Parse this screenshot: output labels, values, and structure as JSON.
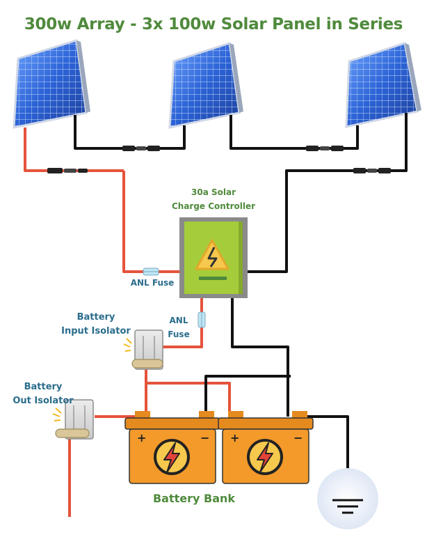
{
  "title": "300w Array - 3x 100w Solar Panel in Series",
  "controller": {
    "label_line1": "30a Solar",
    "label_line2": "Charge Controller"
  },
  "fuses": {
    "top_label": "ANL Fuse",
    "bottom_label": "ANL Fuse"
  },
  "input_isolator": {
    "label_line1": "Battery",
    "label_line2": "Input Isolator"
  },
  "output_isolator": {
    "label_line1": "Battery",
    "label_line2": "Out Isolator"
  },
  "battery_bank": {
    "label": "Battery Bank",
    "plus_symbol": "+",
    "minus_symbol": "−"
  },
  "colors": {
    "positive_wire": "#e5533b",
    "negative_wire": "#111111",
    "title_green": "#4f8a3c",
    "label_blue": "#2b6d8c",
    "panel_blue": "#2f66c8",
    "controller_green": "#a5cc3a",
    "battery_orange": "#f39a2b"
  },
  "icons": [
    "solar-panel-icon",
    "mc4-connector-icon",
    "fuse-icon",
    "warning-bolt-icon",
    "isolator-switch-icon",
    "spark-icon",
    "battery-icon",
    "lightning-bolt-icon",
    "ground-icon"
  ]
}
